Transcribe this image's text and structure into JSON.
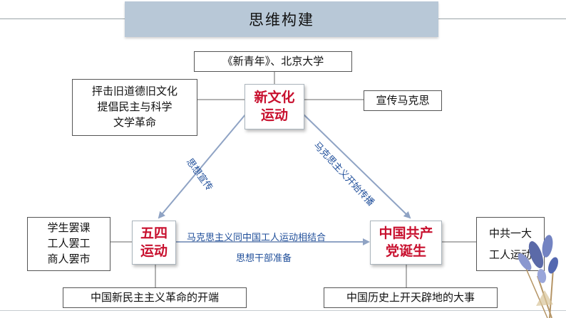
{
  "title": "思维构建",
  "top": {
    "text": "《新青年》、北京大学"
  },
  "center": {
    "line1": "新文化",
    "line2": "运动"
  },
  "left_top": {
    "lines": [
      "抨击旧道德旧文化",
      "提倡民主与科学",
      "文学革命"
    ]
  },
  "right_top": {
    "text": "宣传马克思"
  },
  "mid_left": {
    "line1": "五四",
    "line2": "运动"
  },
  "mid_right": {
    "line1": "中国共产",
    "line2": "党诞生"
  },
  "far_left": {
    "lines": [
      "学生罢课",
      "工人罢工",
      "商人罢市"
    ]
  },
  "far_right": {
    "lines": [
      "中共一大",
      "工人运动"
    ]
  },
  "bottom_left": {
    "text": "中国新民主主义革命的开端"
  },
  "bottom_right": {
    "text": "中国历史上开天辟地的大事"
  },
  "edges": {
    "left_diag": "思想宣传",
    "right_diag": "马克思主义开始传播",
    "horizontal_top": "马克思主义同中国工人运动相结合",
    "horizontal_bottom": "思想干部准备"
  },
  "colors": {
    "accent": "#c8102e",
    "relation": "#1f4e9a",
    "arrow": "#8fa3c4",
    "banner": "#b8c8d7"
  }
}
